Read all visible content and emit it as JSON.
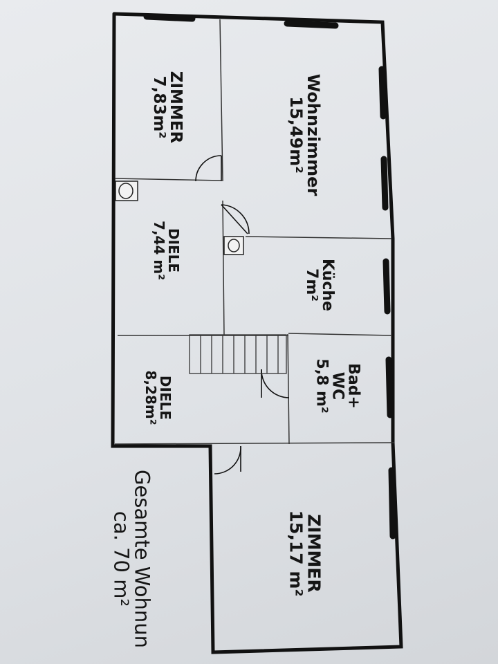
{
  "rooms": [
    {
      "id": "zimmer-left",
      "name": "ZIMMER",
      "area": "7,83m²"
    },
    {
      "id": "wohnzimmer",
      "name": "Wohnzimmer",
      "area": "15,49m²"
    },
    {
      "id": "diele-upper",
      "name": "DIELE",
      "area": "7,44 m²"
    },
    {
      "id": "kueche",
      "name": "Küche",
      "area": "7m²"
    },
    {
      "id": "diele-lower",
      "name": "DIELE",
      "area": "8,28m²"
    },
    {
      "id": "bad",
      "name": "Bad+\nWC",
      "name_line1": "Bad+",
      "name_line2": "WC",
      "area": "5,8 m²"
    },
    {
      "id": "zimmer-right",
      "name": "ZIMMER",
      "area": "15,17 m²"
    }
  ],
  "total": {
    "label": "Gesamte Wohnun",
    "value": "ca. 70 m²"
  },
  "colors": {
    "ink": "#151515",
    "paper": "#e6e8eb"
  }
}
